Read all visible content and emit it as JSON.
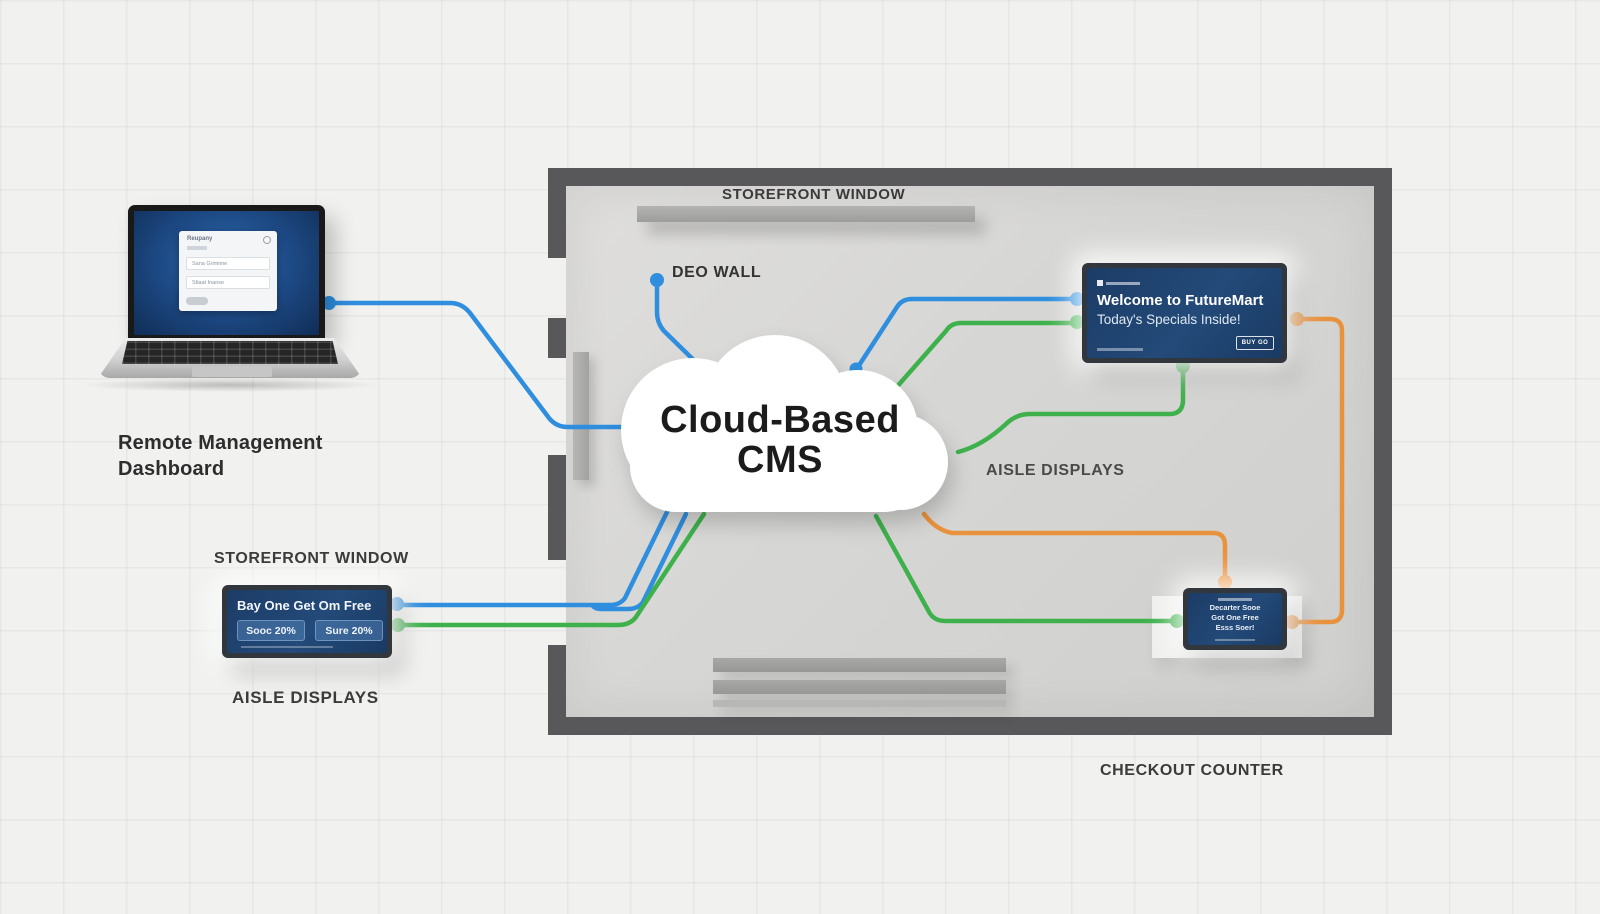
{
  "colors": {
    "blue": "#2f8ede",
    "green": "#3fb14c",
    "orange": "#e9923d",
    "wall": "#58585a",
    "floor": "#d6d6d4",
    "screen_navy": "#1c3c66"
  },
  "cloud": {
    "title_line1": "Cloud-Based",
    "title_line2": "CMS"
  },
  "labels": {
    "storefront_window_top": "STOREFRONT WINDOW",
    "video_wall": "DEO WALL",
    "aisle_displays_store": "AISLE DISPLAYS",
    "storefront_window_left": "STOREFRONT WINDOW",
    "aisle_displays_left": "AISLE DISPLAYS",
    "checkout_counter": "CHECKOUT COUNTER",
    "remote_dashboard": "Remote Management Dashboard"
  },
  "welcome_display": {
    "title": "Welcome to FutureMart",
    "subtitle": "Today's Specials Inside!",
    "button": "BUY GO"
  },
  "left_display": {
    "title": "Bay One Get Om Free",
    "button1": "Sooc 20%",
    "button2": "Sure 20%"
  },
  "checkout_display": {
    "line1": "Decarter Sooe",
    "line2": "Got One Free",
    "line3": "Esss Soer!"
  },
  "laptop": {
    "dialog_title": "Reupany",
    "field1": "Sana Grimime",
    "field2": "Stlaat Inanse"
  },
  "connections": [
    {
      "from": "remote-management-dashboard",
      "to": "cloud-cms",
      "color": "blue"
    },
    {
      "from": "cloud-cms",
      "to": "video-wall",
      "color": "blue"
    },
    {
      "from": "cloud-cms",
      "to": "welcome-display",
      "color": "blue"
    },
    {
      "from": "cloud-cms",
      "to": "welcome-display",
      "color": "green"
    },
    {
      "from": "cloud-cms",
      "to": "welcome-display-bottom",
      "color": "green"
    },
    {
      "from": "cloud-cms",
      "to": "storefront-aisle-display",
      "color": "blue"
    },
    {
      "from": "cloud-cms",
      "to": "storefront-aisle-display",
      "color": "green"
    },
    {
      "from": "cloud-cms",
      "to": "checkout-display",
      "color": "green"
    },
    {
      "from": "cloud-cms",
      "to": "checkout-display",
      "color": "orange"
    },
    {
      "from": "checkout-display",
      "to": "welcome-display",
      "color": "orange"
    }
  ]
}
